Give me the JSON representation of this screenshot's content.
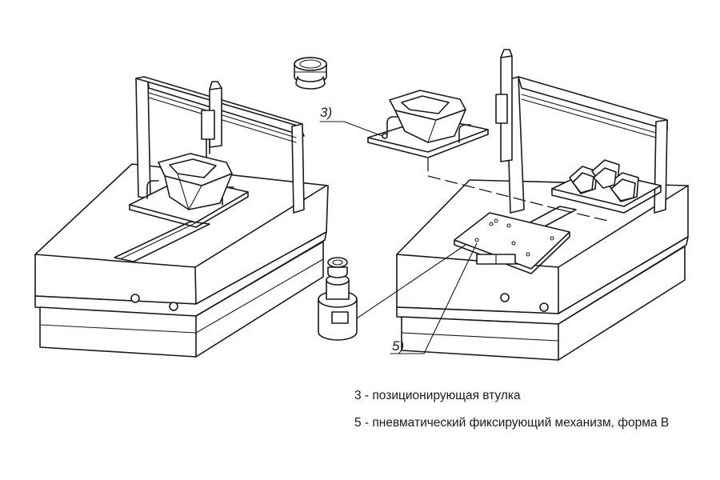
{
  "callouts": {
    "c3": "3)",
    "c5": "5)"
  },
  "legend": [
    "3 - позиционирующая втулка",
    "5 - пневматический фиксирующий механизм, форма В"
  ]
}
